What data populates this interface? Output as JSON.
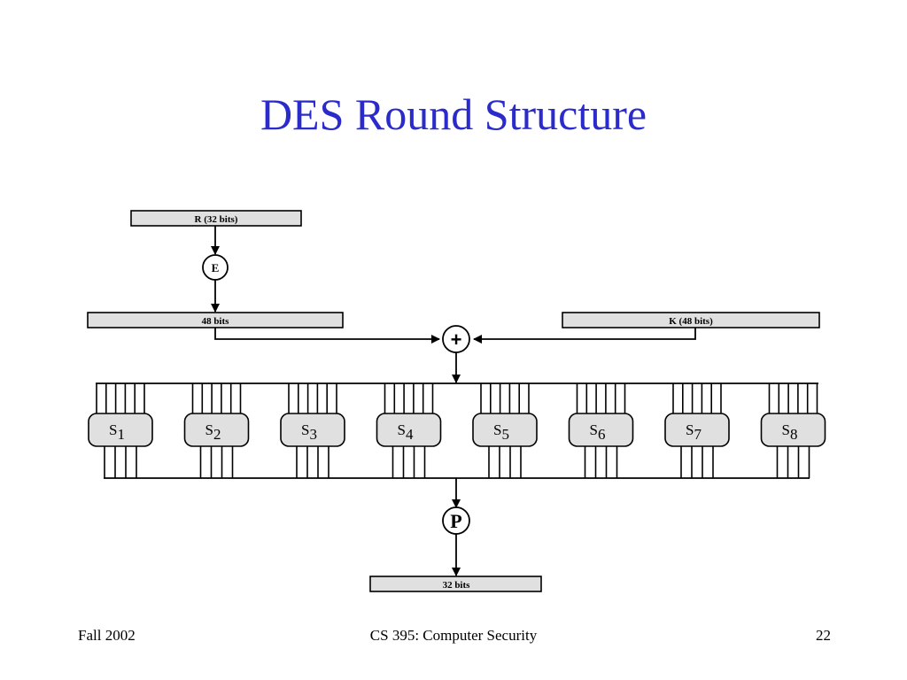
{
  "slide": {
    "title": "DES Round Structure"
  },
  "diagram": {
    "r_box": "R (32 bits)",
    "expansion_label": "E",
    "expanded_box": "48 bits",
    "key_box": "K (48 bits)",
    "xor_symbol": "+",
    "permutation_label": "P",
    "output_box": "32 bits",
    "sboxes": [
      {
        "letter": "S",
        "index": "1"
      },
      {
        "letter": "S",
        "index": "2"
      },
      {
        "letter": "S",
        "index": "3"
      },
      {
        "letter": "S",
        "index": "4"
      },
      {
        "letter": "S",
        "index": "5"
      },
      {
        "letter": "S",
        "index": "6"
      },
      {
        "letter": "S",
        "index": "7"
      },
      {
        "letter": "S",
        "index": "8"
      }
    ]
  },
  "footer": {
    "left": "Fall 2002",
    "center": "CS 395: Computer Security",
    "right": "22"
  }
}
